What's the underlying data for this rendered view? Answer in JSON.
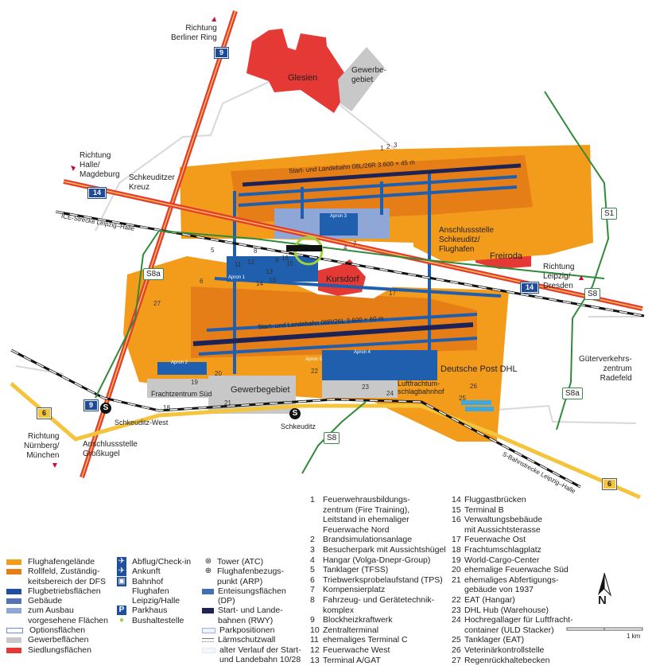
{
  "places": {
    "berliner_ring": "Richtung\nBerliner Ring",
    "halle": "Richtung\nHalle/\nMagdeburg",
    "kreuz": "Schkeuditzer\nKreuz",
    "glesien": "Glesien",
    "gewerbe_north": "Gewerbe-\ngebiet",
    "anschluss_flughafen": "Anschlussstelle\nSchkeuditz/\nFlughafen",
    "freiroda": "Freiroda",
    "kursdorf": "Kursdorf",
    "leipzig_dresden": "Richtung\nLeipzig/\nDresden",
    "radefeld": "Güterverkehrs-\nzentrum\nRadefeld",
    "dhl": "Deutsche Post DHL",
    "lfub": "Luftfrachtum-\nschlagbahnhof",
    "gewerbe_south": "Gewerbegebiet",
    "frachtzentrum": "Frachtzentrum Süd",
    "schkeuditz": "Schkeuditz",
    "schkeuditz_west": "Schkeuditz-West",
    "nuernberg": "Richtung\nNürnberg/\nMünchen",
    "grosskugel": "Anschlussstelle\nGroßkugel",
    "ice": "ICE-Strecke Leipzig–Halle",
    "sbahn": "S-Bahnstrecke Leipzig–Halle",
    "runway_north": "Start- und Landebahn 08L/26R 3.600 × 45 m",
    "runway_south": "Start- und Landebahn 08R/26L 3.600 × 60 m",
    "apron1": "Apron 1",
    "apron2": "Apron 2",
    "apron3": "Apron 3",
    "apron4": "Apron 4",
    "apron5": "Apron 5"
  },
  "shields": {
    "a9": "9",
    "a14": "14",
    "a6": "6",
    "s1": "S1",
    "s8": "S8",
    "s8a": "S8a",
    "s": "S"
  },
  "markers": [
    "1",
    "2",
    "3",
    "4",
    "5",
    "6",
    "7",
    "8",
    "9",
    "10",
    "11",
    "12",
    "13",
    "14",
    "15",
    "16",
    "17",
    "18",
    "19",
    "20",
    "21",
    "22",
    "23",
    "24",
    "25",
    "26",
    "27"
  ],
  "legend": {
    "col1": [
      "Flughafengelände",
      "Rollfeld, Zuständig-\nkeitsbereich der DFS",
      "Flugbetriebsflächen",
      "Gebäude",
      "zum Ausbau\nvorgesehene Flächen",
      "Optionsflächen",
      "Gewerbeflächen",
      "Siedlungsflächen"
    ],
    "col2": [
      "Abflug/Check-in",
      "Ankunft",
      "Bahnhof Flughafen\nLeipzig/Halle",
      "Parkhaus",
      "Bushaltestelle"
    ],
    "col3": [
      "Tower (ATC)",
      "Flughafenbezugs-\npunkt (ARP)",
      "Enteisungsflächen (DP)",
      "Start- und Lande-\nbahnen (RWY)",
      "Parkpositionen",
      "Lärmschutzwall",
      "alter Verlauf der Start-\nund Landebahn 10/28"
    ]
  },
  "colors": {
    "orange": "#f39c1b",
    "dark_orange": "#e67e17",
    "blue": "#1f5fae",
    "building": "#5572b5",
    "light_blue": "#8fa7d6",
    "gray": "#c8c8c8",
    "red": "#e53935",
    "navy": "#1d2357"
  },
  "list": [
    {
      "n": "1",
      "t": "Feuerwehrausbildungs-\nzentrum (Fire Training),\nLeitstand in ehemaliger\nFeuerwache Nord"
    },
    {
      "n": "2",
      "t": "Brandsimulationsanlage"
    },
    {
      "n": "3",
      "t": "Besucherpark mit Aussichtshügel"
    },
    {
      "n": "4",
      "t": "Hangar (Volga-Dnepr-Group)"
    },
    {
      "n": "5",
      "t": "Tanklager (TFSS)"
    },
    {
      "n": "6",
      "t": "Triebwerksprobelaufstand (TPS)"
    },
    {
      "n": "7",
      "t": "Kompensierplatz"
    },
    {
      "n": "8",
      "t": "Fahrzeug- und Gerätetechnik-\nkomplex"
    },
    {
      "n": "9",
      "t": "Blockheizkraftwerk"
    },
    {
      "n": "10",
      "t": "Zentralterminal"
    },
    {
      "n": "11",
      "t": "ehemaliges Terminal C"
    },
    {
      "n": "12",
      "t": "Feuerwache West"
    },
    {
      "n": "13",
      "t": "Terminal A/GAT"
    },
    {
      "n": "14",
      "t": "Fluggastbrücken"
    },
    {
      "n": "15",
      "t": "Terminal B"
    },
    {
      "n": "16",
      "t": "Verwaltungsbebäude\nmit Aussichtsterasse"
    },
    {
      "n": "17",
      "t": "Feuerwache Ost"
    },
    {
      "n": "18",
      "t": "Frachtumschlagplatz"
    },
    {
      "n": "19",
      "t": "World-Cargo-Center"
    },
    {
      "n": "20",
      "t": "ehemalige Feuerwache Süd"
    },
    {
      "n": "21",
      "t": "ehemaliges Abfertigungs-\ngebäude von 1937"
    },
    {
      "n": "22",
      "t": "EAT (Hangar)"
    },
    {
      "n": "23",
      "t": "DHL Hub (Warehouse)"
    },
    {
      "n": "24",
      "t": "Hochregallager für Luftfracht-\ncontainer (ULD Stacker)"
    },
    {
      "n": "25",
      "t": "Tanklager (EAT)"
    },
    {
      "n": "26",
      "t": "Veterinärkontrollstelle"
    },
    {
      "n": "27",
      "t": "Regenrückhaltebecken"
    }
  ],
  "north": "N",
  "scale": "1 km"
}
